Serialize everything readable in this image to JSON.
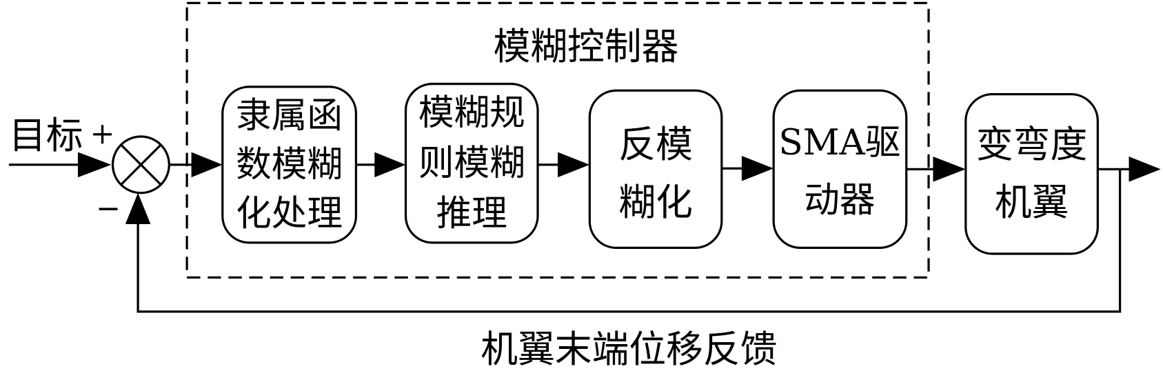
{
  "input": {
    "label": "目标",
    "plus": "+",
    "minus": "−"
  },
  "controller": {
    "title": "模糊控制器"
  },
  "blocks": [
    {
      "lines": [
        "隶属函",
        "数模糊",
        "化处理"
      ]
    },
    {
      "lines": [
        "模糊规",
        "则模糊",
        "推理"
      ]
    },
    {
      "lines": [
        "反模",
        "糊化"
      ]
    },
    {
      "lines": [
        "SMA驱",
        "动器"
      ]
    },
    {
      "lines": [
        "变弯度",
        "机翼"
      ]
    }
  ],
  "feedback": {
    "label": "机翼末端位移反馈"
  }
}
